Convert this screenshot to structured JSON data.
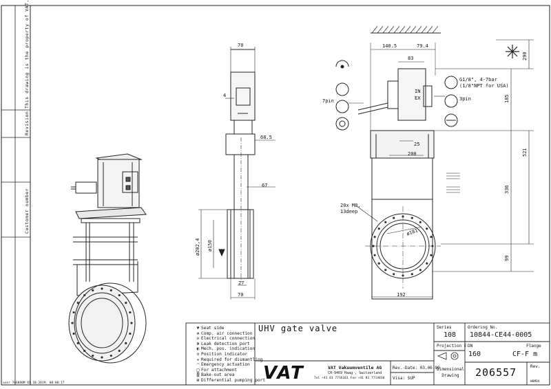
{
  "border_side": {
    "property_note": "This drawing is the property of VAT.",
    "revision_label": "Revision",
    "customer_label": "Customer number",
    "user_footer": "user 706880M 01.10.2019, 08:00:17"
  },
  "dimensions": {
    "side_top_width": "70",
    "side_4": "4",
    "side_68_5": "68.5",
    "side_67": "67",
    "side_dia_202_4": "ø202,4",
    "side_dia_150": "ø150",
    "side_27": "27",
    "side_bottom_70": "70",
    "front_140_5": "140.5",
    "front_79_4": "79.4",
    "front_83": "83",
    "front_25": "25",
    "front_200": "200",
    "front_192": "192",
    "front_dia_181": "ø181",
    "right_290": "290",
    "right_185": "185",
    "right_521": "521",
    "right_336": "336",
    "right_99": "99"
  },
  "callouts": {
    "air_port": "G1/8\", 4-7bar",
    "air_port_usa": "(1/8\"NPT for USA)",
    "in_label": "IN",
    "ex_label": "EX",
    "pin7": "7pin",
    "pin3": "3pin",
    "bolts": "20x M8,",
    "bolts_depth": "13deep"
  },
  "legend": [
    {
      "symbol": "▼",
      "label": "Seat side"
    },
    {
      "symbol": "⊕",
      "label": "Comp. air connection"
    },
    {
      "symbol": "⊖",
      "label": "Electrical connection"
    },
    {
      "symbol": "⊛",
      "label": "Leak detection port"
    },
    {
      "symbol": "◐",
      "label": "Mech. pos. indication"
    },
    {
      "symbol": "⊙",
      "label": "Position indicator"
    },
    {
      "symbol": "✳",
      "label": "Required for dismantling"
    },
    {
      "symbol": "◠",
      "label": "Emergency actuation"
    },
    {
      "symbol": "□",
      "label": "For attachment"
    },
    {
      "symbol": "▒",
      "label": "Bake-out area"
    },
    {
      "symbol": "⊠",
      "label": "Differential pumping port"
    }
  ],
  "title_block": {
    "title": "UHV gate valve",
    "series_label": "Series",
    "series_value": "108",
    "ordering_label": "Ordering No.",
    "ordering_value": "10844-CE44-0005",
    "projection_label": "Projection E",
    "dn_label": "DN",
    "dn_value": "160",
    "flange_label": "Flange",
    "flange_value": "CF-F m",
    "company": "VAT Vakuumventile AG",
    "address": "CH-9469 Haag , Switzerland",
    "phone": "Tel +41 81 7716161 Fax +41 81 7714830",
    "rev_date": "Rev.-Date: 03.06.99",
    "visa": "Visa: SUP",
    "dim_drawing": "Dimensional Drawing",
    "drawing_no": "206557",
    "rev_label": "Rev.",
    "logo_text": "VAT",
    "corner_code": "W6MDA"
  }
}
